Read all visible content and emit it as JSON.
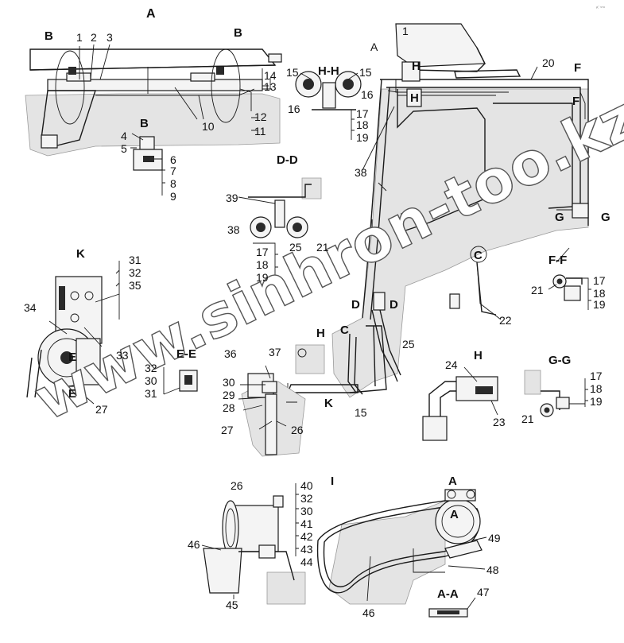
{
  "labels": {
    "v_A_top": "A",
    "v_A_cab": "A",
    "v_H_HH": "H-H",
    "v_H1": "H",
    "v_H2": "H",
    "v_B_left": "B",
    "v_B_right": "B",
    "v_B_mid": "B",
    "v_DD": "D-D",
    "v_K": "K",
    "v_EE": "E-E",
    "v_E_comp": "E",
    "v_E_low": "E",
    "v_F_top": "F",
    "v_F_right": "F",
    "v_FF": "F-F",
    "v_G_left": "G",
    "v_G_right": "G",
    "v_GG": "G-G",
    "v_H_det": "H",
    "v_H_pipe": "H",
    "v_C_line": "C",
    "v_C_circle": "C",
    "v_D1": "D",
    "v_D2": "D",
    "v_K_arrow": "K",
    "v_I": "I",
    "v_A_belt": "A",
    "v_A_inner": "A",
    "v_AA": "A-A",
    "n1a": "1",
    "n2": "2",
    "n3": "3",
    "n4": "4",
    "n5": "5",
    "n6": "6",
    "n7": "7",
    "n8": "8",
    "n9": "9",
    "n10": "10",
    "n11": "11",
    "n12": "12",
    "n13": "13",
    "n14": "14",
    "n1b": "1",
    "n20": "20",
    "n15a": "15",
    "n15b": "15",
    "n16a": "16",
    "n16b": "16",
    "n17a": "17",
    "n18a": "18",
    "n19a": "19",
    "n38a": "38",
    "n39": "39",
    "n38b": "38",
    "n25a": "25",
    "n21a": "21",
    "n17b": "17",
    "n18b": "18",
    "n19b": "19",
    "n31a": "31",
    "n32a": "32",
    "n35": "35",
    "n34": "34",
    "n33": "33",
    "n27a": "27",
    "n32b": "32",
    "n30a": "30",
    "n31b": "31",
    "n36": "36",
    "n37": "37",
    "n30b": "30",
    "n29": "29",
    "n28": "28",
    "n27b": "27",
    "n26a": "26",
    "n15c": "15",
    "n25b": "25",
    "n21b": "21",
    "n17c": "17",
    "n18c": "18",
    "n19c": "19",
    "n22": "22",
    "n24": "24",
    "n23": "23",
    "n17d": "17",
    "n18d": "18",
    "n19d": "19",
    "n21c": "21",
    "n26b": "26",
    "n40": "40",
    "n32c": "32",
    "n30c": "30",
    "n41": "41",
    "n42": "42",
    "n43": "43",
    "n44": "44",
    "n46a": "46",
    "n45": "45",
    "n49": "49",
    "n48": "48",
    "n46b": "46",
    "n47": "47"
  },
  "watermark": "www.sinhron-too.kz",
  "corner_mark": "д° что",
  "colors": {
    "ink": "#1a1a1a",
    "shade": "#e4e4e4",
    "paper": "#ffffff",
    "watermark_outline": "#555555"
  }
}
